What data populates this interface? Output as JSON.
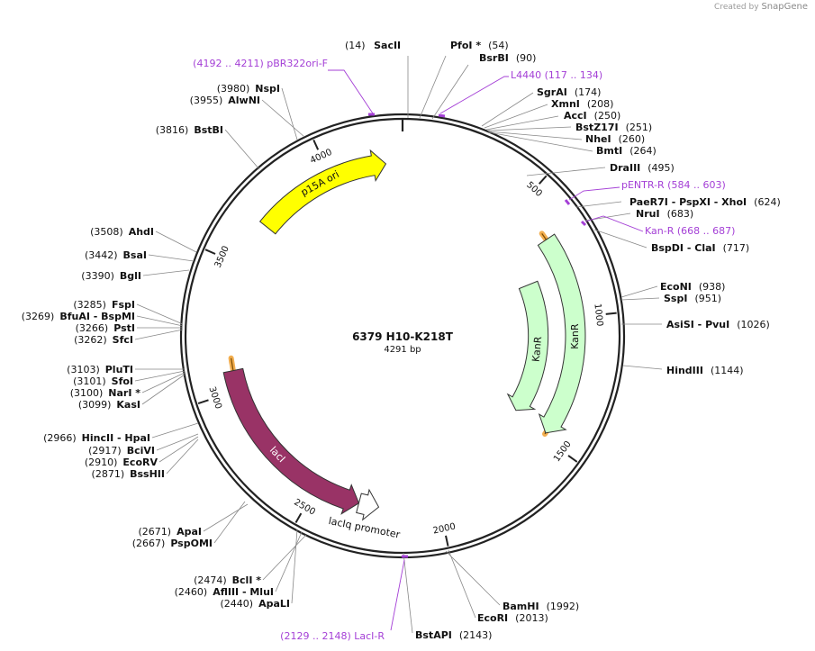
{
  "credit": {
    "prefix": "Created by",
    "brand": "SnapGene"
  },
  "plasmid": {
    "name": "6379 H10-K218T",
    "length": "4291 bp",
    "total_bp": 4291
  },
  "ticks": [
    {
      "bp": 500,
      "label": "500"
    },
    {
      "bp": 1000,
      "label": "1000"
    },
    {
      "bp": 1500,
      "label": "1500"
    },
    {
      "bp": 2000,
      "label": "2000"
    },
    {
      "bp": 2500,
      "label": "2500"
    },
    {
      "bp": 3000,
      "label": "3000"
    },
    {
      "bp": 3500,
      "label": "3500"
    },
    {
      "bp": 4000,
      "label": "4000"
    }
  ],
  "features": [
    {
      "name": "p15A ori",
      "start": 3680,
      "end": 4225,
      "direction": "forward",
      "ring": 0.79,
      "color": "#ffff00",
      "text_color": "#111111",
      "label": "p15A ori"
    },
    {
      "name": "KanR",
      "start": 810,
      "end": 1470,
      "direction": "forward",
      "ring": 0.62,
      "color": "#ccffcc",
      "text_color": "#111111",
      "label": "KanR"
    },
    {
      "name": "KanR",
      "start": 670,
      "end": 1480,
      "direction": "forward",
      "ring": 0.79,
      "color": "#ccffcc",
      "text_color": "#111111",
      "label": "KanR"
    },
    {
      "name": "lacI",
      "start": 2320,
      "end": 3080,
      "direction": "reverse",
      "ring": 0.79,
      "color": "#993366",
      "text_color": "#ffffff",
      "label": "lacI"
    },
    {
      "name": "lacIq promoter",
      "start": 2240,
      "end": 2320,
      "direction": "reverse",
      "ring": 0.79,
      "color": "#ffffff",
      "text_color": "#111111",
      "label": "lacIq promoter"
    }
  ],
  "orange_arcs": [
    {
      "start": 640,
      "end": 1485
    },
    {
      "start": 2410,
      "end": 3130
    }
  ],
  "enzymes": [
    {
      "pre": "(14)",
      "name": "SacII",
      "post": ""
    },
    {
      "pre": "",
      "name": "PfoI *",
      "post": "(54)"
    },
    {
      "pre": "",
      "name": "BsrBI",
      "post": "(90)"
    },
    {
      "pre": "",
      "name": "SgrAI",
      "post": "(174)"
    },
    {
      "pre": "",
      "name": "XmnI",
      "post": "(208)"
    },
    {
      "pre": "",
      "name": "AccI",
      "post": "(250)"
    },
    {
      "pre": "",
      "name": "BstZ17I",
      "post": "(251)"
    },
    {
      "pre": "",
      "name": "NheI",
      "post": "(260)"
    },
    {
      "pre": "",
      "name": "BmtI",
      "post": "(264)"
    },
    {
      "pre": "",
      "name": "DraIII",
      "post": "(495)"
    },
    {
      "pre": "",
      "name": "PaeR7I - PspXI - XhoI",
      "post": "(624)"
    },
    {
      "pre": "",
      "name": "NruI",
      "post": "(683)"
    },
    {
      "pre": "",
      "name": "BspDI - ClaI",
      "post": "(717)"
    },
    {
      "pre": "",
      "name": "EcoNI",
      "post": "(938)"
    },
    {
      "pre": "",
      "name": "SspI",
      "post": "(951)"
    },
    {
      "pre": "",
      "name": "AsiSI - PvuI",
      "post": "(1026)"
    },
    {
      "pre": "",
      "name": "HindIII",
      "post": "(1144)"
    },
    {
      "pre": "",
      "name": "BamHI",
      "post": "(1992)"
    },
    {
      "pre": "",
      "name": "EcoRI",
      "post": "(2013)"
    },
    {
      "pre": "",
      "name": "BstAPI",
      "post": "(2143)"
    },
    {
      "pre": "(2474)",
      "name": "BclI *",
      "post": ""
    },
    {
      "pre": "(2460)",
      "name": "AflIII - MluI",
      "post": ""
    },
    {
      "pre": "(2440)",
      "name": "ApaLI",
      "post": ""
    },
    {
      "pre": "(2671)",
      "name": "ApaI",
      "post": ""
    },
    {
      "pre": "(2667)",
      "name": "PspOMI",
      "post": ""
    },
    {
      "pre": "(2966)",
      "name": "HincII - HpaI",
      "post": ""
    },
    {
      "pre": "(2917)",
      "name": "BciVI",
      "post": ""
    },
    {
      "pre": "(2910)",
      "name": "EcoRV",
      "post": ""
    },
    {
      "pre": "(2871)",
      "name": "BssHII",
      "post": ""
    },
    {
      "pre": "(3103)",
      "name": "PluTI",
      "post": ""
    },
    {
      "pre": "(3101)",
      "name": "SfoI",
      "post": ""
    },
    {
      "pre": "(3100)",
      "name": "NarI *",
      "post": ""
    },
    {
      "pre": "(3099)",
      "name": "KasI",
      "post": ""
    },
    {
      "pre": "(3285)",
      "name": "FspI",
      "post": ""
    },
    {
      "pre": "(3269)",
      "name": "BfuAI - BspMI",
      "post": ""
    },
    {
      "pre": "(3266)",
      "name": "PstI",
      "post": ""
    },
    {
      "pre": "(3262)",
      "name": "SfcI",
      "post": ""
    },
    {
      "pre": "(3508)",
      "name": "AhdI",
      "post": ""
    },
    {
      "pre": "(3442)",
      "name": "BsaI",
      "post": ""
    },
    {
      "pre": "(3390)",
      "name": "BglI",
      "post": ""
    },
    {
      "pre": "(3816)",
      "name": "BstBI",
      "post": ""
    },
    {
      "pre": "(3980)",
      "name": "NspI",
      "post": ""
    },
    {
      "pre": "(3955)",
      "name": "AlwNI",
      "post": ""
    }
  ],
  "primers": [
    {
      "text": "(4192 .. 4211)  pBR322ori-F",
      "anchor": "end"
    },
    {
      "text": "L4440     (117 .. 134)",
      "anchor": "start"
    },
    {
      "text": "pENTR-R     (584 .. 603)",
      "anchor": "start"
    },
    {
      "text": "Kan-R     (668 .. 687)",
      "anchor": "start"
    },
    {
      "text": "(2129 .. 2148)  LacI-R",
      "anchor": "end"
    }
  ],
  "colors": {
    "primer": "#a43fd6",
    "backbone": "#222222",
    "orange": "#f0a030",
    "leader": "#888888"
  }
}
